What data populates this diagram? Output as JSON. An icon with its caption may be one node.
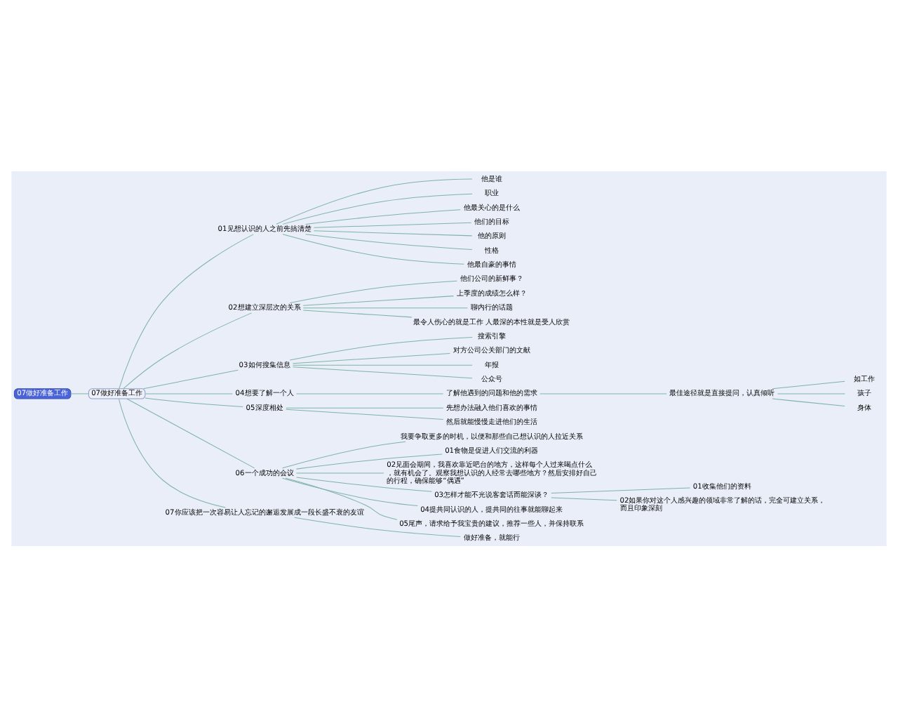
{
  "diagram": {
    "nodes": [
      {
        "text": [
          "07做好准备工作"
        ]
      },
      {
        "text": [
          "07做好准备工作"
        ]
      },
      {
        "text": [
          "01见想认识的人之前先搞清楚"
        ]
      },
      {
        "text": [
          "他是谁"
        ]
      },
      {
        "text": [
          "职业"
        ]
      },
      {
        "text": [
          "他最关心的是什么"
        ]
      },
      {
        "text": [
          "他们的目标"
        ]
      },
      {
        "text": [
          "他的原则"
        ]
      },
      {
        "text": [
          "性格"
        ]
      },
      {
        "text": [
          "他最自豪的事情"
        ]
      },
      {
        "text": [
          "02想建立深层次的关系"
        ]
      },
      {
        "text": [
          "他们公司的新鲜事？"
        ]
      },
      {
        "text": [
          "上季度的成绩怎么样？"
        ]
      },
      {
        "text": [
          "聊内行的话题"
        ]
      },
      {
        "text": [
          "最令人伤心的就是工作 人最深的本性就是受人欣赏"
        ]
      },
      {
        "text": [
          "03如何搜集信息"
        ]
      },
      {
        "text": [
          "搜索引擎"
        ]
      },
      {
        "text": [
          "对方公司公关部门的文献"
        ]
      },
      {
        "text": [
          "年报"
        ]
      },
      {
        "text": [
          "公众号"
        ]
      },
      {
        "text": [
          "04想要了解一个人"
        ]
      },
      {
        "text": [
          "了解他遇到的问题和他的需求"
        ]
      },
      {
        "text": [
          "最佳途径就是直接提问，认真倾听"
        ]
      },
      {
        "text": [
          "如工作"
        ]
      },
      {
        "text": [
          "孩子"
        ]
      },
      {
        "text": [
          "身体"
        ]
      },
      {
        "text": [
          "05深度相处"
        ]
      },
      {
        "text": [
          "先想办法融入他们喜欢的事情"
        ]
      },
      {
        "text": [
          "然后就能慢慢走进他们的生活"
        ]
      },
      {
        "text": [
          "06一个成功的会议"
        ]
      },
      {
        "text": [
          "我要争取更多的时机，以便和那些自己想认识的人拉近关系"
        ]
      },
      {
        "text": [
          "01食物是促进人们交流的利器"
        ]
      },
      {
        "text": [
          "02见面会期间，我喜欢靠近吧台的地方，这样每个人过来喝点什么，就有机会了。观察我想认识的人经常去哪些地方？然后安排好自己的行程，确保能够“偶遇”"
        ]
      },
      {
        "text": [
          "03怎样才能不光说客套话而能深谈？"
        ]
      },
      {
        "text": [
          "01收集他们的资料"
        ]
      },
      {
        "text": [
          "02如果你对这个人感兴趣的领域非常了解的话，完全可建立关系，而且印象深刻"
        ]
      },
      {
        "text": [
          "04提共同认识的人，提共同的往事就能聊起来"
        ]
      },
      {
        "text": [
          "05尾声，请求给予我宝贵的建议，推荐一些人，并保持联系"
        ]
      },
      {
        "text": [
          "07你应该把一次容易让人忘记的邂逅发展成一段长盛不衰的友谊"
        ]
      },
      {
        "text": [
          "做好准备，就能行"
        ]
      }
    ],
    "edges": [
      {
        "from": 0,
        "to": 1,
        "arrow": "none"
      },
      {
        "from": 1,
        "to": 2,
        "arrow": "none"
      },
      {
        "from": 2,
        "to": 3,
        "arrow": "none"
      },
      {
        "from": 2,
        "to": 4,
        "arrow": "none"
      },
      {
        "from": 2,
        "to": 5,
        "arrow": "none"
      },
      {
        "from": 2,
        "to": 6,
        "arrow": "none"
      },
      {
        "from": 2,
        "to": 7,
        "arrow": "none"
      },
      {
        "from": 2,
        "to": 8,
        "arrow": "none"
      },
      {
        "from": 2,
        "to": 9,
        "arrow": "none"
      },
      {
        "from": 1,
        "to": 10,
        "arrow": "none"
      },
      {
        "from": 10,
        "to": 11,
        "arrow": "none"
      },
      {
        "from": 10,
        "to": 12,
        "arrow": "none"
      },
      {
        "from": 10,
        "to": 13,
        "arrow": "none"
      },
      {
        "from": 10,
        "to": 14,
        "arrow": "none"
      },
      {
        "from": 1,
        "to": 15,
        "arrow": "none"
      },
      {
        "from": 15,
        "to": 16,
        "arrow": "none"
      },
      {
        "from": 15,
        "to": 17,
        "arrow": "none"
      },
      {
        "from": 15,
        "to": 18,
        "arrow": "none"
      },
      {
        "from": 15,
        "to": 19,
        "arrow": "none"
      },
      {
        "from": 1,
        "to": 20,
        "arrow": "none"
      },
      {
        "from": 20,
        "to": 21,
        "arrow": "none"
      },
      {
        "from": 21,
        "to": 22,
        "arrow": "none"
      },
      {
        "from": 22,
        "to": 23,
        "arrow": "none"
      },
      {
        "from": 22,
        "to": 24,
        "arrow": "none"
      },
      {
        "from": 22,
        "to": 25,
        "arrow": "none"
      },
      {
        "from": 1,
        "to": 26,
        "arrow": "none"
      },
      {
        "from": 26,
        "to": 27,
        "arrow": "none"
      },
      {
        "from": 26,
        "to": 28,
        "arrow": "none"
      },
      {
        "from": 1,
        "to": 29,
        "arrow": "none"
      },
      {
        "from": 29,
        "to": 30,
        "arrow": "none"
      },
      {
        "from": 29,
        "to": 31,
        "arrow": "none"
      },
      {
        "from": 29,
        "to": 32,
        "arrow": "none"
      },
      {
        "from": 29,
        "to": 33,
        "arrow": "none"
      },
      {
        "from": 33,
        "to": 34,
        "arrow": "none"
      },
      {
        "from": 33,
        "to": 35,
        "arrow": "none"
      },
      {
        "from": 29,
        "to": 36,
        "arrow": "none"
      },
      {
        "from": 29,
        "to": 37,
        "arrow": "none"
      },
      {
        "from": 1,
        "to": 38,
        "arrow": "none"
      },
      {
        "from": 38,
        "to": 39,
        "arrow": "none"
      }
    ]
  }
}
